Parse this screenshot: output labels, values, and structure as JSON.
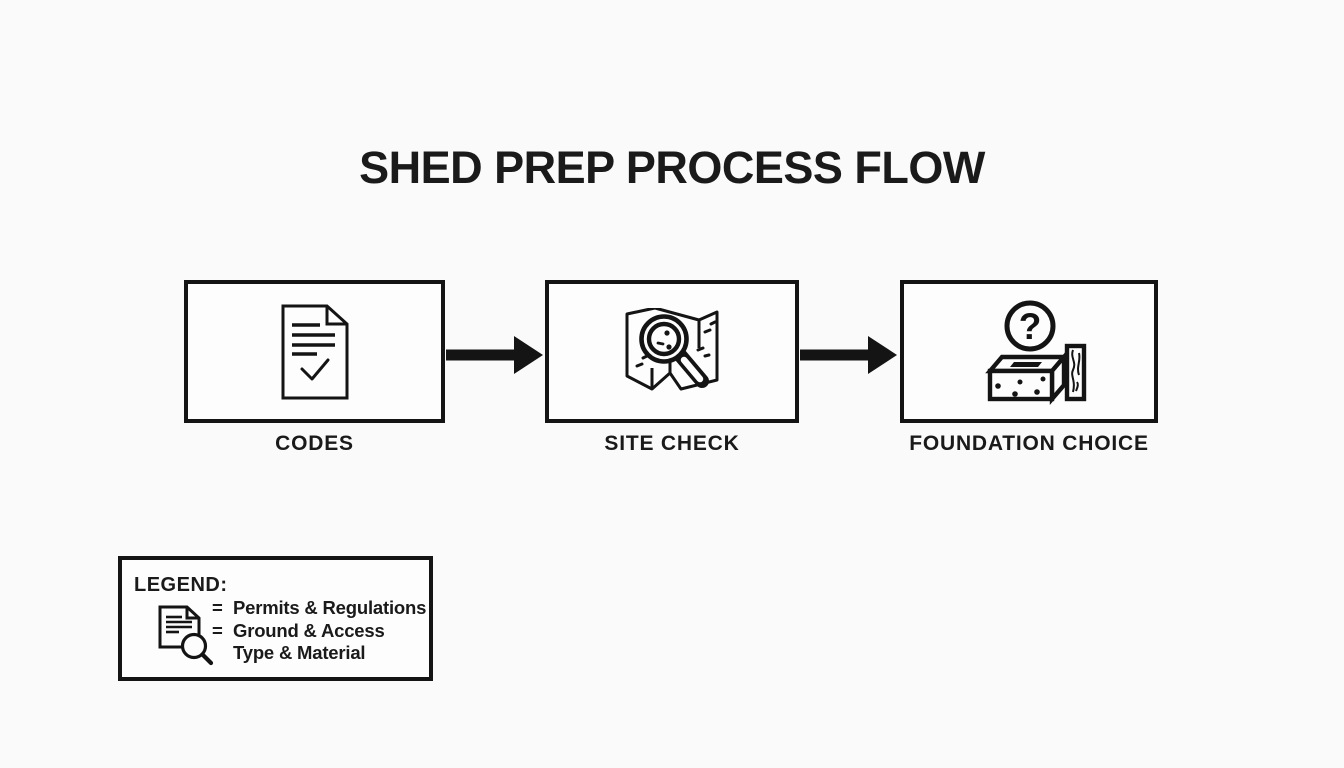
{
  "title": "SHED PREP PROCESS FLOW",
  "flow": {
    "steps": [
      {
        "label": "CODES",
        "icon": "document-check-icon"
      },
      {
        "label": "SITE CHECK",
        "icon": "map-magnifier-icon"
      },
      {
        "label": "FOUNDATION CHOICE",
        "icon": "foundation-question-icon"
      }
    ],
    "connector_icon": "arrow-right-icon",
    "question_mark": "?"
  },
  "legend": {
    "heading": "LEGEND:",
    "icon": "document-magnifier-icon",
    "entries": [
      {
        "prefix": "=",
        "text": "Permits & Regulations"
      },
      {
        "prefix": "=",
        "text": "Ground & Access"
      },
      {
        "prefix": "",
        "text": "Type & Material"
      }
    ]
  },
  "colors": {
    "ink": "#141414",
    "background": "#fafafa",
    "box_fill": "#fdfdfd"
  }
}
